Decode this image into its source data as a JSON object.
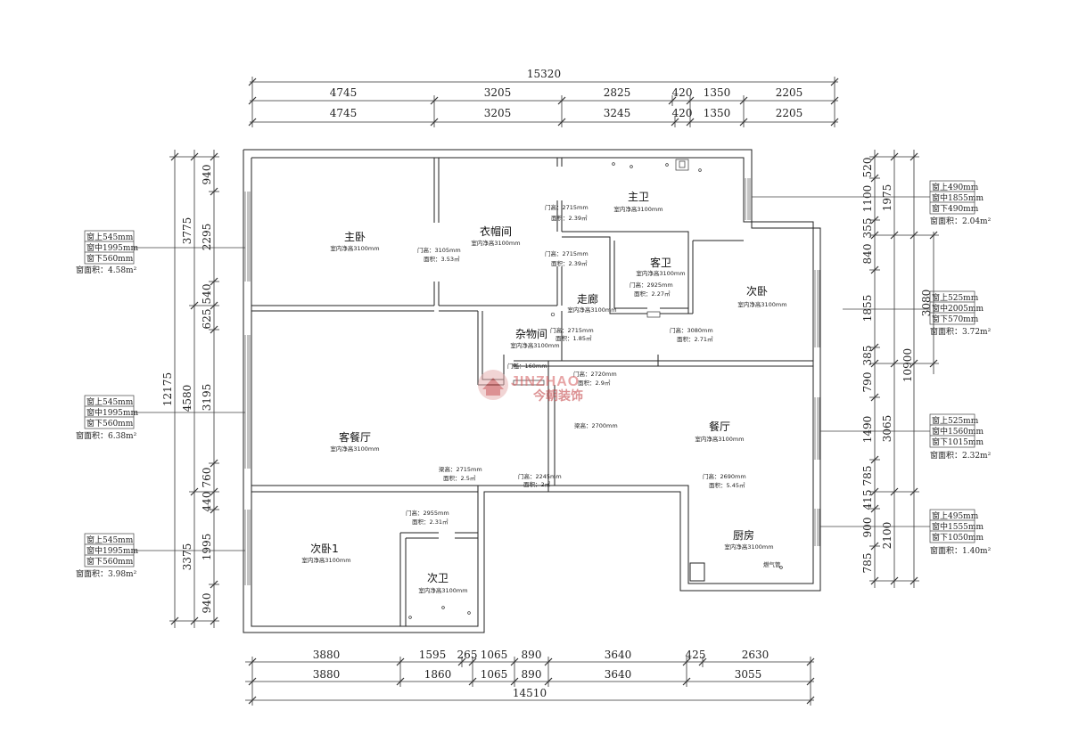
{
  "dims_top": {
    "total": "15320",
    "row1": [
      "4745",
      "3205",
      "2825",
      "420",
      "1350",
      "2205"
    ],
    "row2": [
      "4745",
      "3205",
      "3245",
      "420",
      "1350",
      "2205"
    ]
  },
  "dims_bottom": {
    "row1": [
      "3880",
      "1595",
      "265",
      "1065",
      "890",
      "3640",
      "425",
      "2630"
    ],
    "row2": [
      "3880",
      "1860",
      "1065",
      "890",
      "3640",
      "3055"
    ],
    "total": "14510"
  },
  "dims_left": {
    "total": "12175",
    "col_mid": [
      "3775",
      "4580",
      "3375"
    ],
    "col_inner": [
      "940",
      "2295",
      "540",
      "625",
      "3195",
      "760",
      "440",
      "1995",
      "940"
    ]
  },
  "dims_right": {
    "total": "10900",
    "col_mid": [
      "1975",
      "3080",
      "3065",
      "2100"
    ],
    "col_inner": [
      "520",
      "1100",
      "355",
      "840",
      "1855",
      "385",
      "790",
      "1490",
      "785",
      "415",
      "900",
      "785"
    ]
  },
  "rooms": [
    {
      "name": "主卧",
      "height": "室内净高3100mm"
    },
    {
      "name": "衣帽间",
      "height": "室内净高3100mm"
    },
    {
      "name": "主卫",
      "height": "室内净高3100mm"
    },
    {
      "name": "客卫",
      "height": "室内净高3100mm"
    },
    {
      "name": "走廊",
      "height": "室内净高3100mm"
    },
    {
      "name": "次卧",
      "height": "室内净高3100mm"
    },
    {
      "name": "杂物间",
      "height": "室内净高3100mm"
    },
    {
      "name": "客餐厅",
      "height": "室内净高3100mm"
    },
    {
      "name": "餐厅",
      "height": "室内净高3100mm"
    },
    {
      "name": "次卧1",
      "height": "室内净高3100mm"
    },
    {
      "name": "次卫",
      "height": "室内净高3100mm"
    },
    {
      "name": "厨房",
      "height": "室内净高3100mm"
    }
  ],
  "notes": [
    {
      "l1": "门高：3105mm",
      "l2": "面积：3.53㎡"
    },
    {
      "l1": "门高：2715mm",
      "l2": "面积：2.39㎡"
    },
    {
      "l1": "门高：2715mm",
      "l2": "面积：2.39㎡"
    },
    {
      "l1": "门高：2925mm",
      "l2": "面积：2.27㎡"
    },
    {
      "l1": "门高：3080mm",
      "l2": "面积：2.71㎡"
    },
    {
      "l1": "门高：2715mm",
      "l2": "面积：1.85㎡"
    },
    {
      "l1": "门高：2720mm",
      "l2": "面积：2.9㎡"
    },
    {
      "l1": "梁高：2715mm",
      "l2": "面积：2.5㎡"
    },
    {
      "l1": "门高：2245mm",
      "l2": "面积：2㎡"
    },
    {
      "l1": "门高：2955mm",
      "l2": "面积：2.31㎡"
    },
    {
      "l1": "门高：2690mm",
      "l2": "面积：5.45㎡"
    }
  ],
  "misc": {
    "beam_2700": "梁高：2700mm",
    "gas": "燃气管",
    "threshold": "门槛：160mm"
  },
  "windows": [
    {
      "top": "窗上545mm",
      "mid": "窗中1995mm",
      "bot": "窗下560mm",
      "area": "窗面积：4.58m²"
    },
    {
      "top": "窗上545mm",
      "mid": "窗中1995mm",
      "bot": "窗下560mm",
      "area": "窗面积：6.38m²"
    },
    {
      "top": "窗上545mm",
      "mid": "窗中1995mm",
      "bot": "窗下560mm",
      "area": "窗面积：3.98m²"
    },
    {
      "top": "窗上490mm",
      "mid": "窗中1855mm",
      "bot": "窗下490mm",
      "area": "窗面积：2.04m²"
    },
    {
      "top": "窗上525mm",
      "mid": "窗中2005mm",
      "bot": "窗下570mm",
      "area": "窗面积：3.72m²"
    },
    {
      "top": "窗上525mm",
      "mid": "窗中1560mm",
      "bot": "窗下1015mm",
      "area": "窗面积：2.32m²"
    },
    {
      "top": "窗上495mm",
      "mid": "窗中1555mm",
      "bot": "窗下1050mm",
      "area": "窗面积：1.40m²"
    }
  ],
  "watermark": {
    "latin": "JINZHAO",
    "cn": "今朝装饰"
  },
  "colors": {
    "line": "#222222",
    "watermark": "#c0393b"
  }
}
